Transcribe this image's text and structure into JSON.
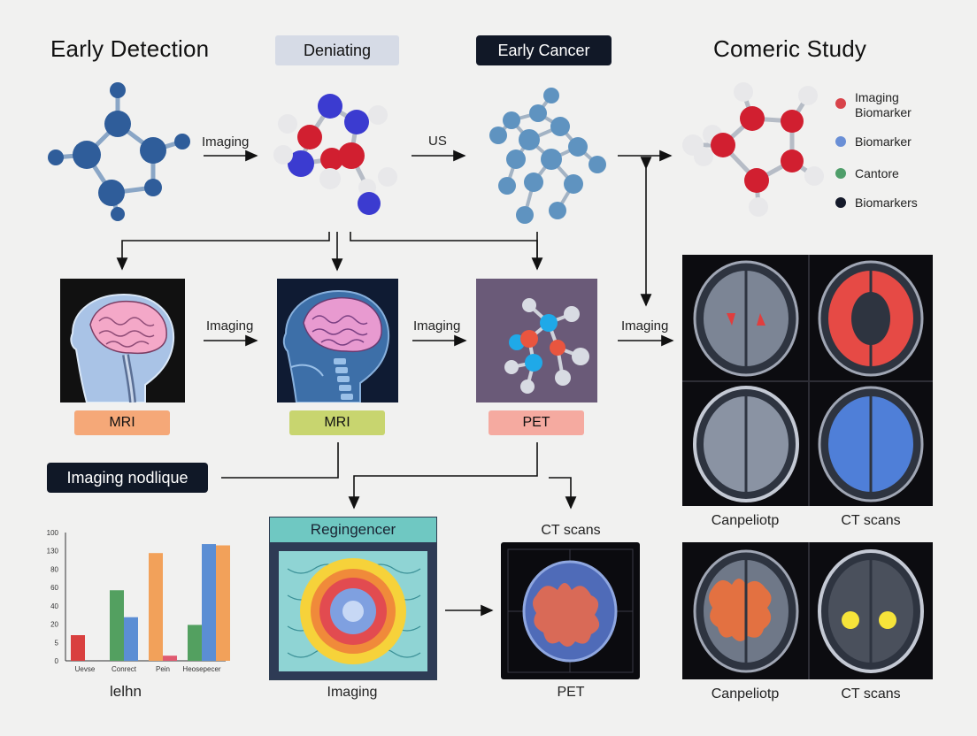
{
  "headings": {
    "early_detection": "Early Detection",
    "deniating": "Deniating",
    "early_cancer": "Early Cancer",
    "comeric_study": "Comeric Study"
  },
  "arrow_labels": {
    "imaging_top": "Imaging",
    "us": "US",
    "imaging_mri1": "Imaging",
    "imaging_mri2": "Imaging",
    "imaging_pet": "Imaging"
  },
  "legend": [
    {
      "label": "Imaging\nBiomarker",
      "color": "#d8434a"
    },
    {
      "label": "Biomarker",
      "color": "#6a8fd6"
    },
    {
      "label": "Cantore",
      "color": "#4f9e6a"
    },
    {
      "label": "Biomarkers",
      "color": "#151a2a"
    }
  ],
  "modality_tags": {
    "mri1": "MRI",
    "mri2": "MRI",
    "pet": "PET"
  },
  "imaging_nodlique": "Imaging nodlique",
  "regingencer_title": "Regingencer",
  "captions": {
    "imaging_bottom": "Imaging",
    "pet_bottom": "PET",
    "ct_scans_center": "CT scans",
    "canpeliotp_1": "Canpeliotp",
    "ct_scans_1": "CT scans",
    "canpeliotp_2": "Canpeliotp",
    "ct_scans_2": "CT scans"
  },
  "chart_data": {
    "type": "bar",
    "title": "",
    "xlabel": "lelhn",
    "ylabel": "",
    "ylim": [
      0,
      100
    ],
    "yticks": [
      "0",
      "5",
      "20",
      "40",
      "60",
      "80",
      "130",
      "100"
    ],
    "categories": [
      "Uevse",
      "Conrect",
      "Pein",
      "Heosepecer"
    ],
    "series": [
      {
        "color": "#d9403f",
        "values": [
          20,
          0,
          0,
          0
        ]
      },
      {
        "color": "#53a060",
        "values": [
          0,
          55,
          0,
          28
        ]
      },
      {
        "color": "#5b8ed4",
        "values": [
          0,
          34,
          0,
          91
        ]
      },
      {
        "color": "#f2a15a",
        "values": [
          0,
          0,
          84,
          90
        ]
      },
      {
        "color": "#e05a70",
        "values": [
          0,
          0,
          4,
          0
        ]
      }
    ]
  }
}
